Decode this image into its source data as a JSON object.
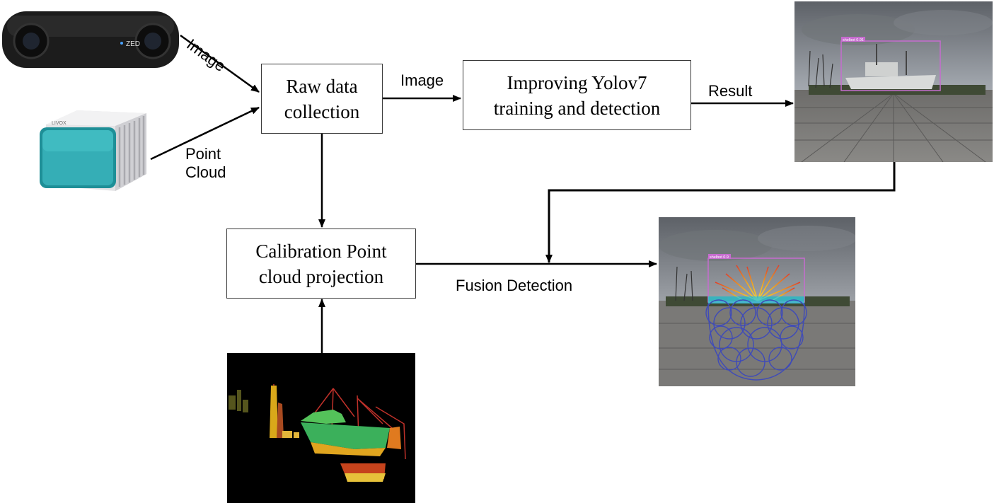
{
  "nodes": {
    "raw_data": "Raw data\ncollection",
    "yolo": "Improving Yolov7\ntraining and detection",
    "calibration": "Calibration Point\ncloud projection"
  },
  "edge_labels": {
    "camera_image": "Image",
    "lidar_point_cloud": "Point\nCloud",
    "raw_to_yolo": "Image",
    "yolo_result": "Result",
    "fusion": "Fusion Detection"
  },
  "images": {
    "camera_brand": "ZED",
    "lidar_brand": "LIVOX",
    "result_detection_tag": "shelbot 0.91",
    "fusion_detection_tag": "shelbot 0.9"
  },
  "icons": {
    "camera": "stereo-camera-icon",
    "lidar": "lidar-sensor-icon"
  }
}
